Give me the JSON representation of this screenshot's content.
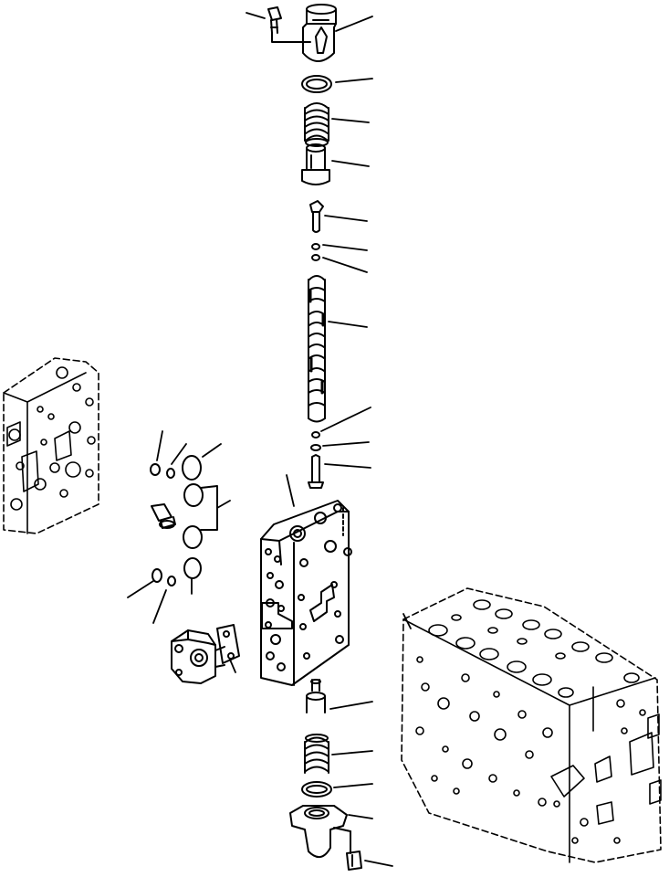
{
  "diagram": {
    "kind": "exploded-parts-view",
    "style": "black line art on white",
    "stroke_color": "#000000",
    "background_color": "#ffffff",
    "callouts_count": 27,
    "parts": [
      "top-cap-bolt",
      "top-cap",
      "top-o-ring",
      "top-spring",
      "top-retainer",
      "small-plug",
      "small-o-ring-pair",
      "spool",
      "lower-small-o-rings",
      "lower-pin",
      "valve-section-block",
      "side-o-rings",
      "side-fitting",
      "solenoid-valve",
      "gasket-plate",
      "bottom-retainer",
      "bottom-spring",
      "bottom-o-ring",
      "bottom-cap",
      "bottom-cap-bolt",
      "reference-left-valve-section",
      "reference-main-valve-assembly"
    ]
  }
}
